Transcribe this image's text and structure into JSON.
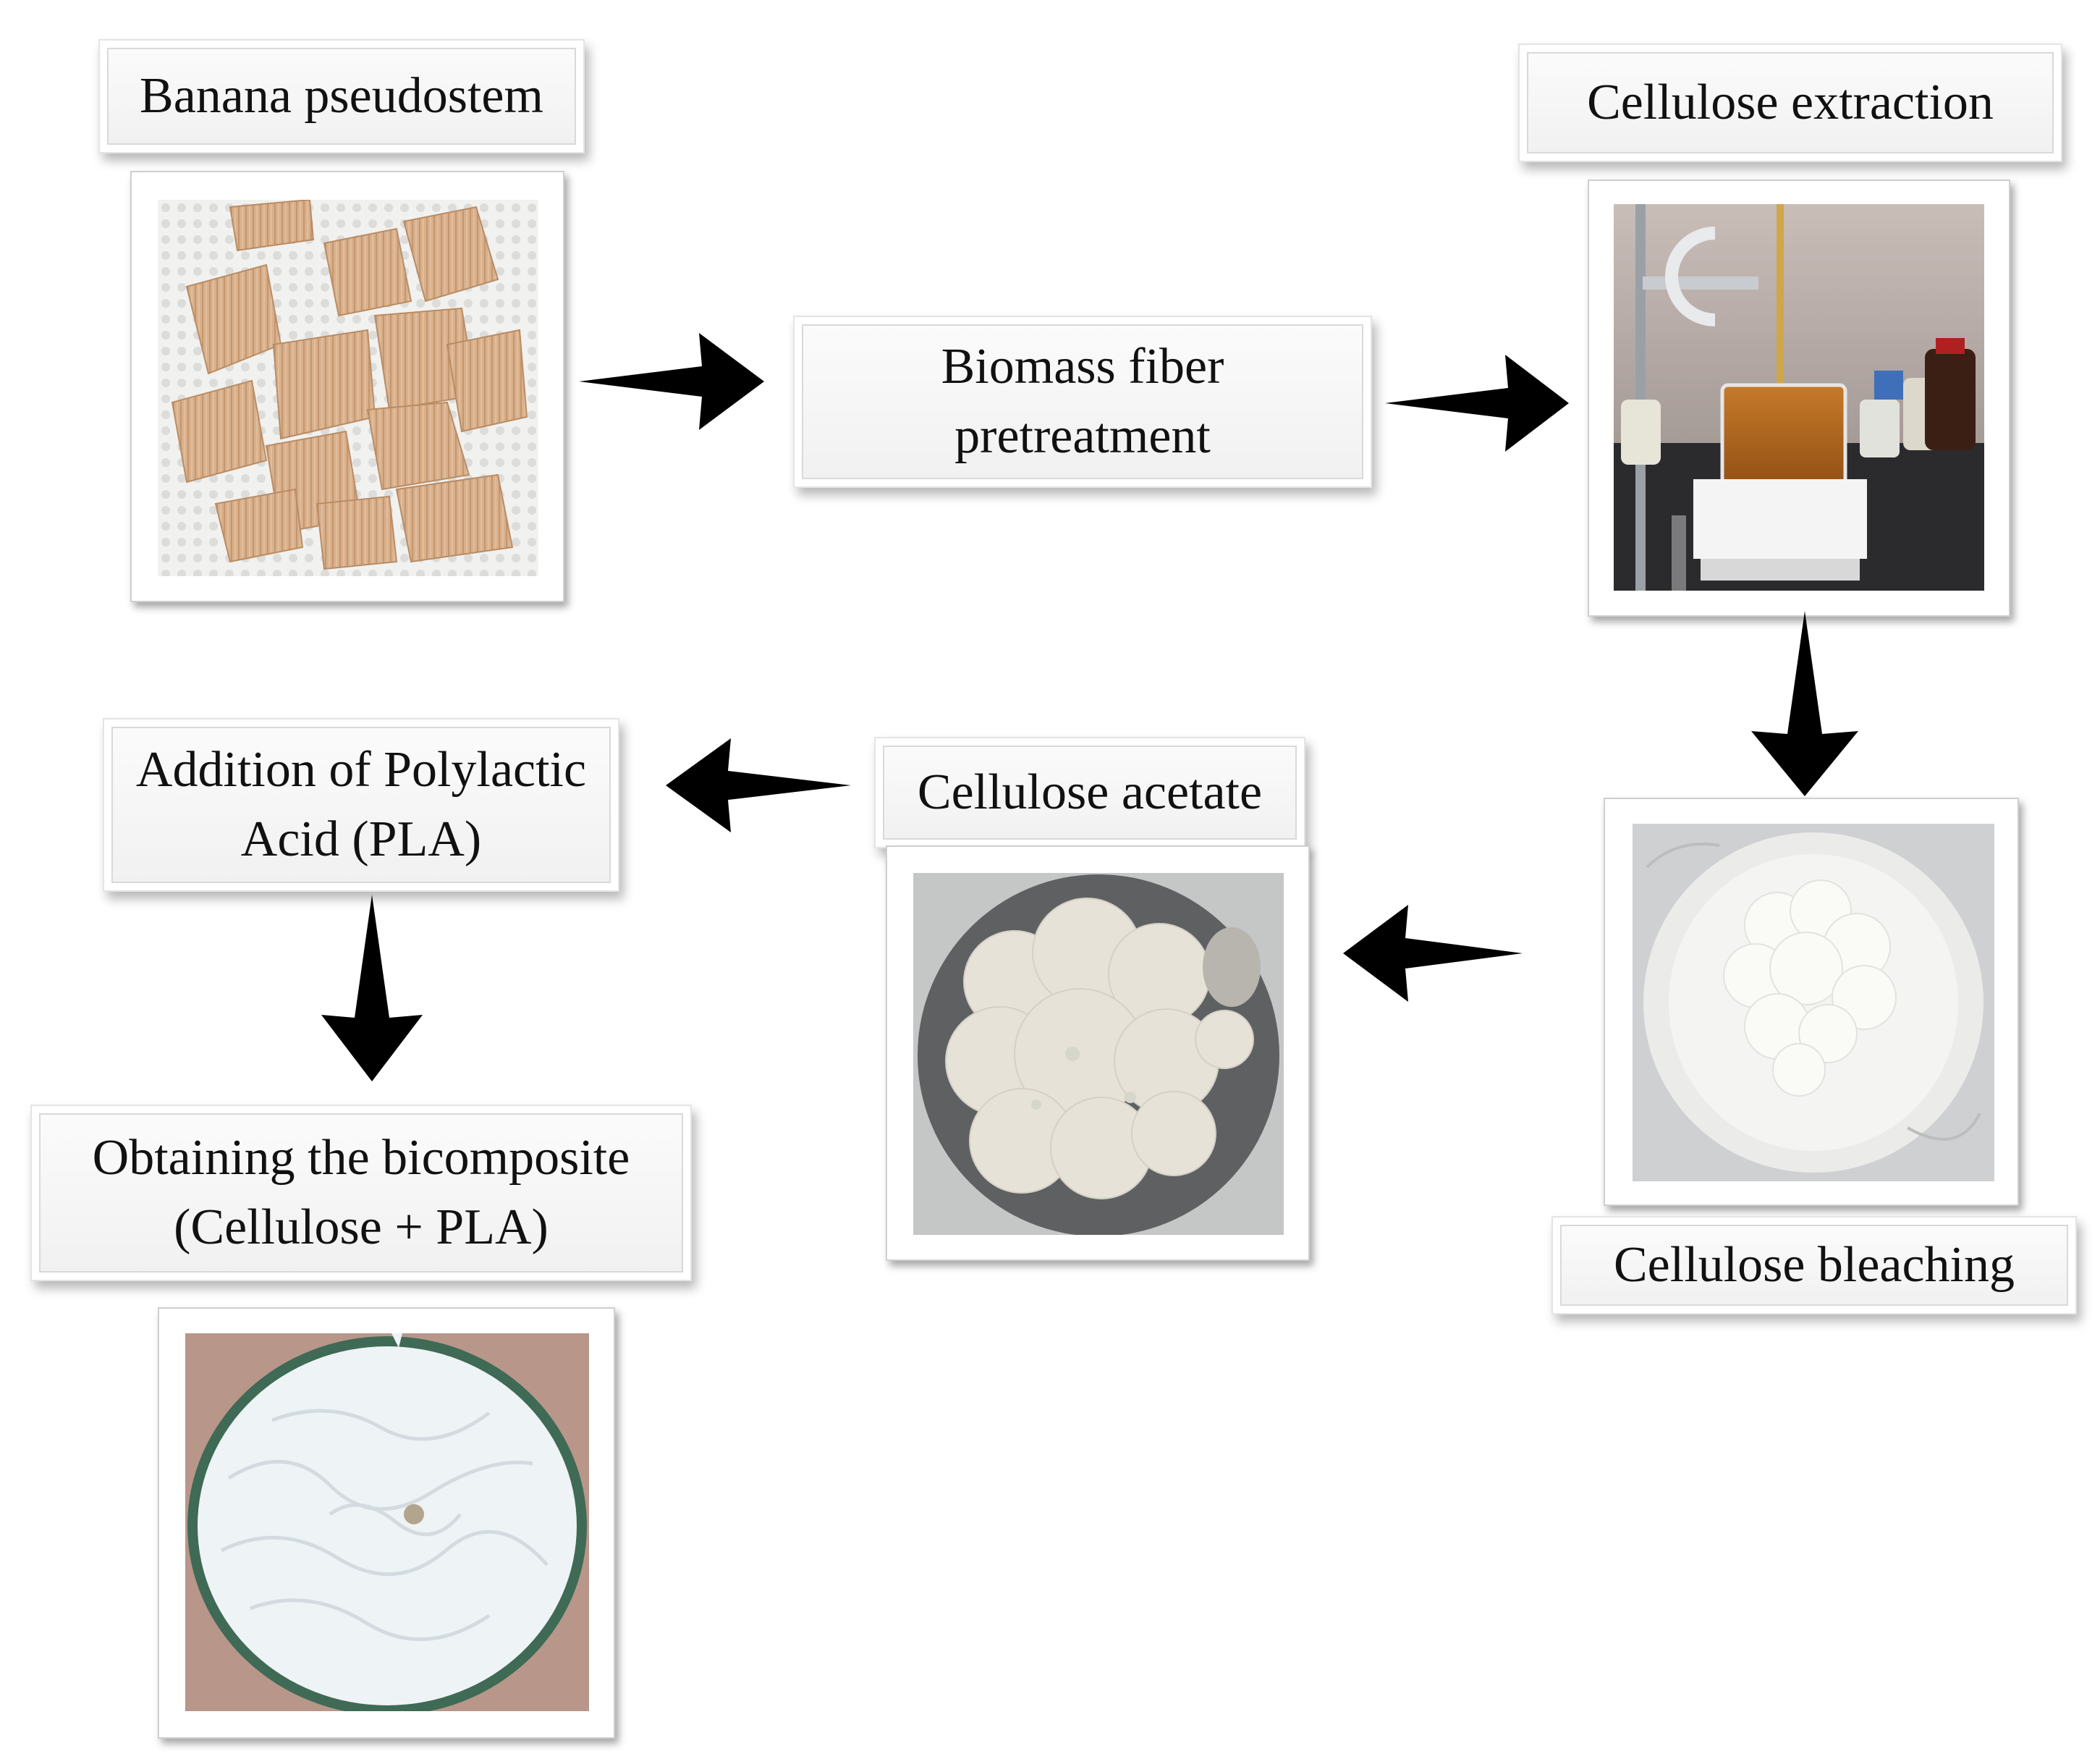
{
  "steps": {
    "banana": {
      "label": "Banana pseudostem",
      "image": "banana-pseudostem-chips-photo"
    },
    "pretreatment": {
      "label": "Biomass fiber\npretreatment"
    },
    "extraction": {
      "label": "Cellulose extraction",
      "image": "lab-beaker-on-hotplate-photo"
    },
    "bleaching": {
      "label": "Cellulose bleaching",
      "image": "bleached-cellulose-on-filter-photo"
    },
    "acetate": {
      "label": "Cellulose acetate",
      "image": "cellulose-acetate-powder-photo"
    },
    "pla": {
      "label": "Addition of Polylactic\nAcid (PLA)"
    },
    "biocomposite": {
      "label": "Obtaining the bicomposite\n(Cellulose + PLA)",
      "image": "biocomposite-petri-dish-photo"
    }
  },
  "arrows": [
    {
      "from": "banana",
      "to": "pretreatment",
      "icon": "arrow-right-icon"
    },
    {
      "from": "pretreatment",
      "to": "extraction",
      "icon": "arrow-right-icon"
    },
    {
      "from": "extraction",
      "to": "bleaching",
      "icon": "arrow-down-icon"
    },
    {
      "from": "bleaching",
      "to": "acetate",
      "icon": "arrow-left-icon"
    },
    {
      "from": "acetate",
      "to": "pla",
      "icon": "arrow-left-icon"
    },
    {
      "from": "pla",
      "to": "biocomposite",
      "icon": "arrow-down-icon"
    }
  ]
}
